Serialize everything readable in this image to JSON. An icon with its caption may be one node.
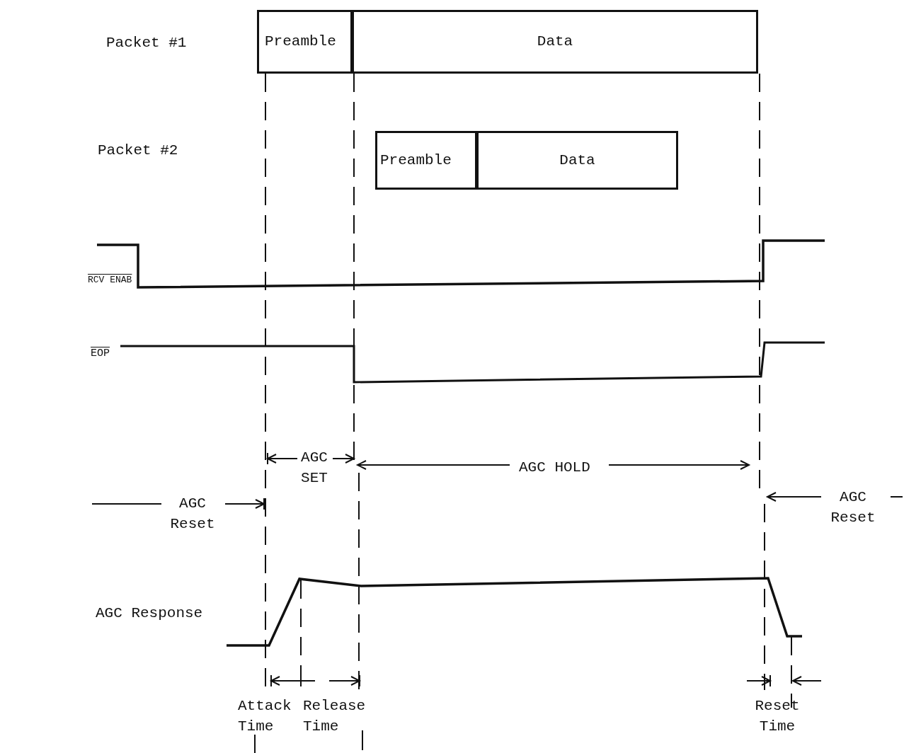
{
  "diagram": {
    "nodes": [
      {
        "text": [
          "Preamble"
        ]
      },
      {
        "text": [
          "Data"
        ]
      },
      {
        "text": [
          "Preamble"
        ]
      },
      {
        "text": [
          "Data"
        ]
      }
    ],
    "labels": [
      "Packet #1",
      "Packet #2",
      "RCV ENAB",
      "EOP",
      "AGC SET",
      "AGC HOLD",
      "AGC Reset",
      "AGC Reset",
      "AGC Response",
      "Attack Time",
      "Release Time",
      "Reset Time"
    ]
  }
}
